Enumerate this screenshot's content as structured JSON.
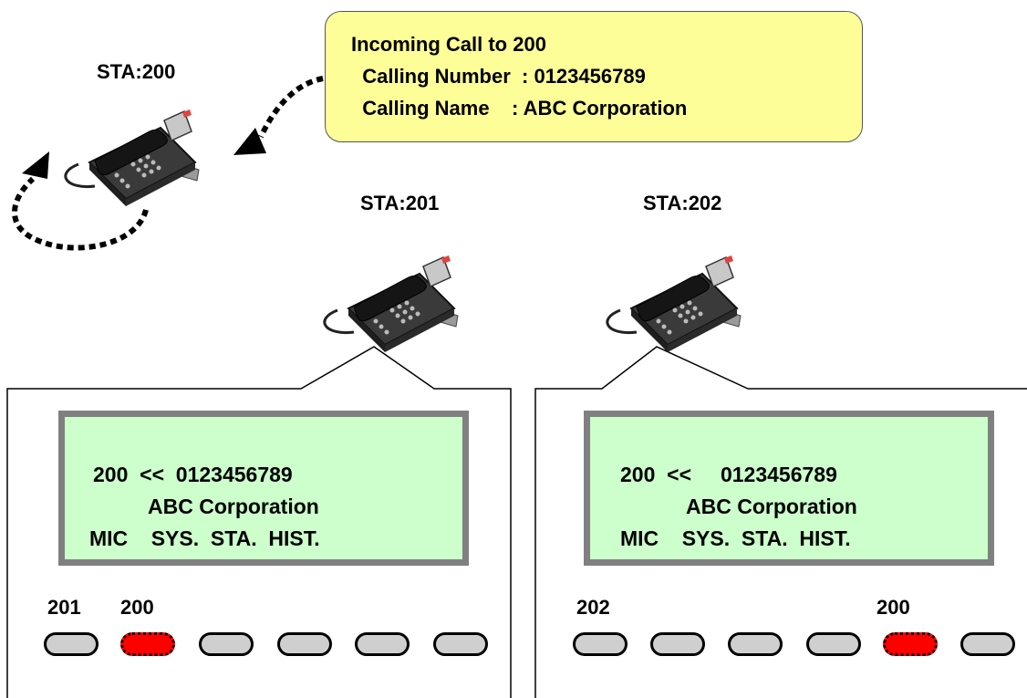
{
  "stations": {
    "sta200": "STA:200",
    "sta201": "STA:201",
    "sta202": "STA:202"
  },
  "callout": {
    "line1": "Incoming Call to 200",
    "line2": "  Calling Number  : 0123456789",
    "line3": "  Calling Name    : ABC Corporation"
  },
  "panel201": {
    "display": {
      "line1": "200  <<  0123456789",
      "line2": "ABC Corporation",
      "line3": "MIC    SYS.  STA.  HIST."
    },
    "key_labels": [
      "201",
      "200"
    ],
    "keys": [
      {
        "lit": false
      },
      {
        "lit": true
      },
      {
        "lit": false
      },
      {
        "lit": false
      },
      {
        "lit": false
      },
      {
        "lit": false
      }
    ]
  },
  "panel202": {
    "display": {
      "line1": "200  <<     0123456789",
      "line2": "ABC Corporation",
      "line3": "MIC    SYS.  STA.  HIST."
    },
    "key_labels": [
      "202",
      "200"
    ],
    "keys": [
      {
        "lit": false
      },
      {
        "lit": false
      },
      {
        "lit": false
      },
      {
        "lit": false
      },
      {
        "lit": true
      },
      {
        "lit": false
      }
    ]
  },
  "colors": {
    "callout_fill": "#fefe99",
    "display_fill": "#ccffcc",
    "display_frame": "#808080",
    "lit_key": "#ff0000",
    "idle_key": "#cfcfcf"
  },
  "icons": [
    "desk-phone-icon",
    "ring-arrow-icon"
  ]
}
